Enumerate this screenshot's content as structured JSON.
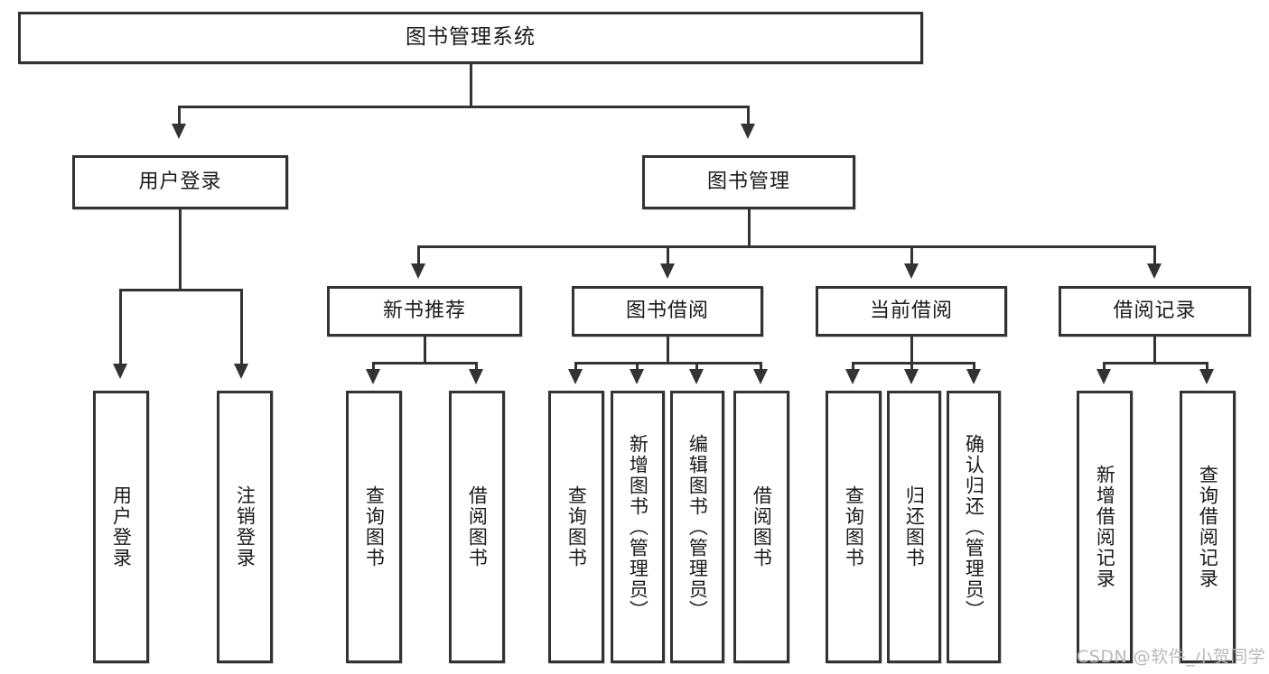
{
  "diagram": {
    "title": "图书管理系统",
    "watermark": "CSDN @软件_小贺同学",
    "line_color": "#333333",
    "box_fill": "#ffffff",
    "text_color": "#1a1a1a",
    "watermark_color": "#b9b9b9"
  },
  "root": {
    "label": "图书管理系统"
  },
  "level2": [
    {
      "label": "用户登录"
    },
    {
      "label": "图书管理"
    }
  ],
  "level3": [
    {
      "label": "新书推荐"
    },
    {
      "label": "图书借阅"
    },
    {
      "label": "当前借阅"
    },
    {
      "label": "借阅记录"
    }
  ],
  "leaves": {
    "user_login": [
      {
        "label": "用户登录"
      },
      {
        "label": "注销登录"
      }
    ],
    "new_book": [
      {
        "label": "查询图书"
      },
      {
        "label": "借阅图书"
      }
    ],
    "borrow_book": [
      {
        "label": "查询图书"
      },
      {
        "label": "新增图书（管理员）"
      },
      {
        "label": "编辑图书（管理员）"
      },
      {
        "label": "借阅图书"
      }
    ],
    "current_borrow": [
      {
        "label": "查询图书"
      },
      {
        "label": "归还图书"
      },
      {
        "label": "确认归还（管理员）"
      }
    ],
    "borrow_record": [
      {
        "label": "新增借阅记录"
      },
      {
        "label": "查询借阅记录"
      }
    ]
  }
}
